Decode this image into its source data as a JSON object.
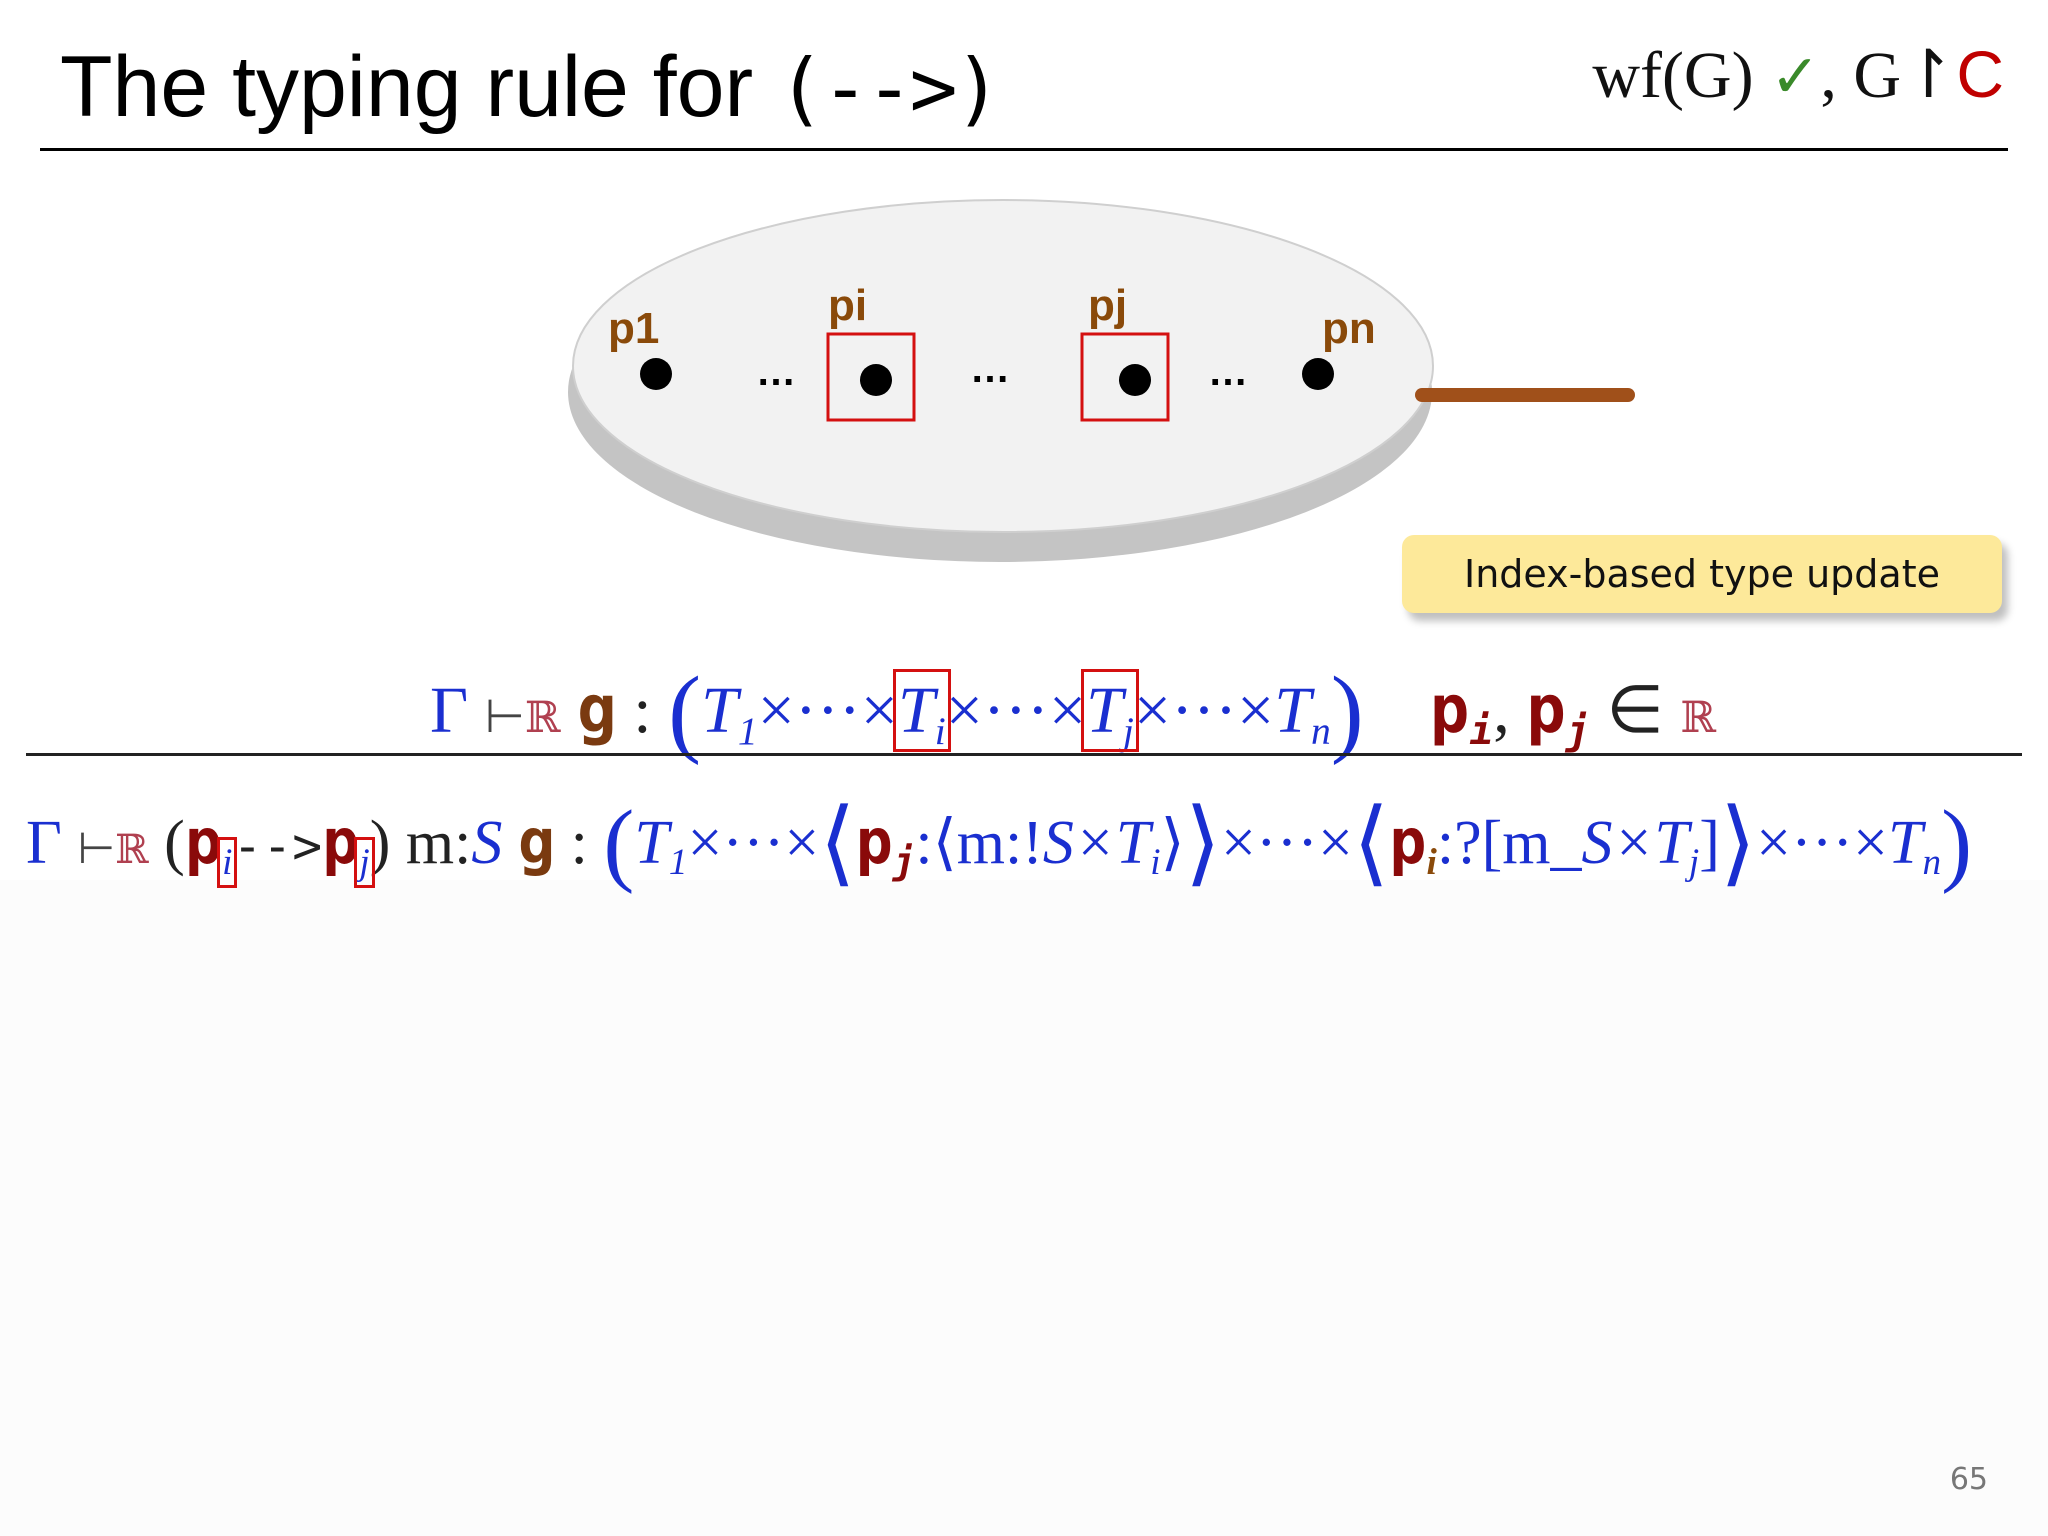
{
  "slide": {
    "title_prefix": "The typing rule for ",
    "title_code": "(-->)",
    "status_prefix": "wf(G) ",
    "status_check": "✓",
    "status_middle": ", G↾",
    "status_c": "C",
    "page_number": "65"
  },
  "diagram": {
    "participants": {
      "p1": "p1",
      "pi": "pi",
      "pj": "pj",
      "pn": "pn"
    },
    "ellipsis": "…"
  },
  "callout": {
    "text": "Index-based type update"
  },
  "premise": {
    "gamma": "Γ",
    "turnstile": "⊢",
    "realm": "ℝ",
    "g": "g",
    "colon": " : ",
    "open": "(",
    "t1": "T",
    "t1_sub": "1",
    "times_dots": "×···×",
    "ti": "T",
    "ti_sub": "i",
    "times_dots_2": "×···×",
    "tj": "T",
    "tj_sub": "j",
    "times_dots_3": "×···×",
    "tn": "T",
    "tn_sub": "n",
    "close": ")",
    "p": "p",
    "pi_sub": "i",
    "comma": ", ",
    "pj_sub": "j",
    "in": " ∈ ",
    "realm2": "ℝ"
  },
  "conclusion": {
    "gamma": "Γ",
    "turnstile": "⊢",
    "realm": "ℝ",
    "paren_open": "(",
    "p": "p",
    "i": "i",
    "arrow": "-->",
    "j": "j",
    "paren_close": ")",
    "msg": " m:",
    "S": "S",
    "g": "g",
    "colon": " : ",
    "t1": "T",
    "t1_sub": "1",
    "times_dots": "×···×",
    "pj_colon": ":⟨m:!",
    "S_times_Ti": "S×T",
    "i_sub": "i",
    "close_angle": "⟩",
    "times_dots_2": "×···×",
    "pi_colon": ":?[m_",
    "S_times_Tj": "S×T",
    "j_sub": "j",
    "close_bracket": "]",
    "times_dots_3": "×···×",
    "tn": "T",
    "tn_sub": "n"
  }
}
